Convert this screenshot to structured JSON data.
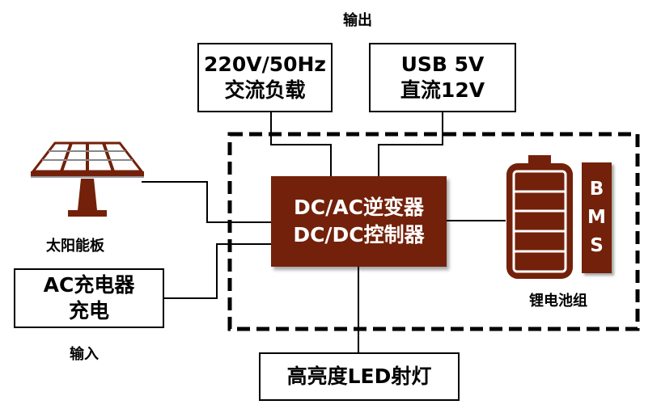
{
  "diagram": {
    "output_label": "输出",
    "input_label": "输入",
    "outputs": [
      {
        "line1": "220V/50Hz",
        "line2": "交流负载"
      },
      {
        "line1": "USB 5V",
        "line2": "直流12V"
      }
    ],
    "controller": {
      "line1": "DC/AC逆变器",
      "line2": "DC/DC控制器"
    },
    "solar_panel_label": "太阳能板",
    "ac_charger": {
      "line1": "AC充电器",
      "line2": "充电"
    },
    "battery_label": "锂电池组",
    "bms_letters": [
      "B",
      "M",
      "S"
    ],
    "led_label": "高亮度LED射灯",
    "colors": {
      "accent": "#73210a",
      "line": "#000000",
      "background": "#ffffff"
    }
  }
}
